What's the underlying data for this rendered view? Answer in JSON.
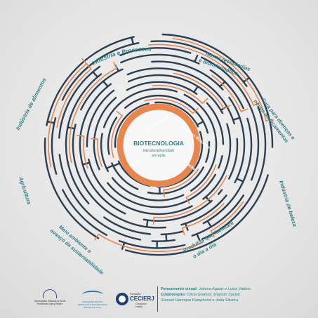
{
  "poster": {
    "center": {
      "title": "BIOTECNOLOGIA",
      "subtitle_line1": "Interdisciplinaridade",
      "subtitle_line2": "em ação",
      "ring_words": [
        "Conhecimento",
        "Sistemas Biológicos",
        "Inovação",
        "Saúde"
      ]
    },
    "topics": [
      "Indústria e Processos",
      "Novas tecnologias e bioinformática",
      "Cura para doenças e novos medicamentos",
      "Indústria de beleza",
      "Produtos que facilitam o dia a dia",
      "Meio ambiente e avanço da sustentabilidade",
      "Agricultura",
      "Indústria de alimentos"
    ],
    "colors": {
      "maze_dark": "#2b3e52",
      "maze_accent": "#e8864f",
      "text_teal": "#2f7f86",
      "center_ring": "#e8864f"
    }
  },
  "footer": {
    "logos": {
      "uenf": "Universidade Estadual do Norte Fluminense Darcy Ribeiro",
      "pos": "PROGRAMA DE PÓS-GRADUAÇÃO BIOCIÊNCIAS E BIOTECNOLOGIA",
      "cecierj_top": "Fundação",
      "cecierj_name": "CECIERJ",
      "cecierj_bottom": "Consórcio cederj"
    },
    "credits": {
      "line1_label": "Pensamento visual:",
      "line1_value": " Juliana Aguiar e Luiza Valério",
      "line2_label": "Colaboração:",
      "line2_value": " Clicia Grativol, Maycon Savioli,",
      "line3_value": "Samuel Henrique Kamphorst e Jaõa Silveira"
    }
  }
}
